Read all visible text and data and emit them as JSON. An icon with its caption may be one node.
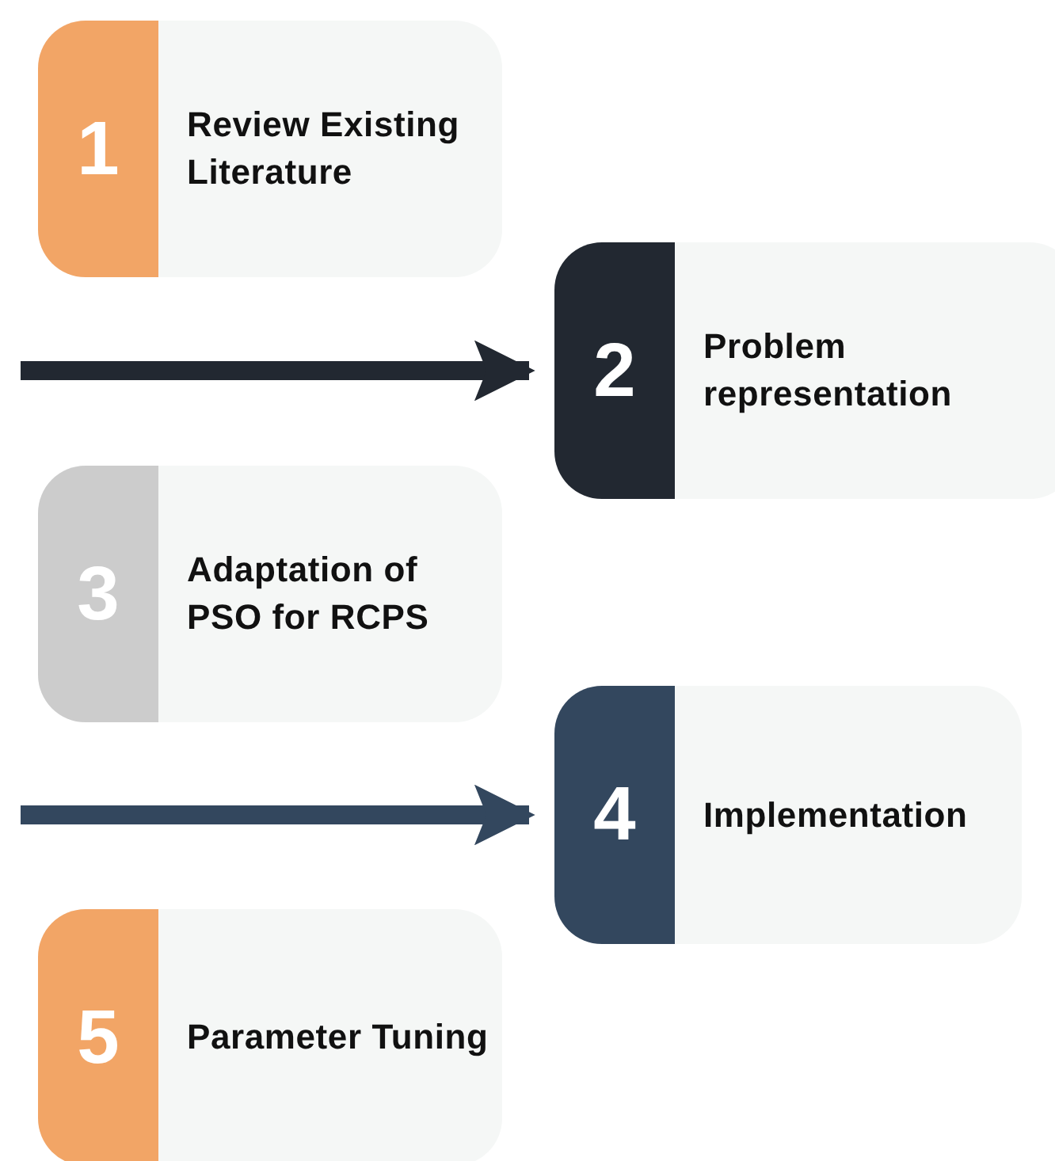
{
  "diagram": {
    "nodes": [
      {
        "text": [
          "1",
          "Review Existing Literature"
        ]
      },
      {
        "text": [
          "2",
          "Problem representation"
        ]
      },
      {
        "text": [
          "3",
          "Adaptation of PSO for RCPS"
        ]
      },
      {
        "text": [
          "4",
          "Implementation"
        ]
      },
      {
        "text": [
          "5",
          "Parameter Tuning"
        ]
      }
    ],
    "edges": [
      {
        "from": null,
        "to": 1,
        "arrow": "to",
        "color": "#222831"
      },
      {
        "from": null,
        "to": 3,
        "arrow": "to",
        "color": "#33475e"
      }
    ]
  }
}
